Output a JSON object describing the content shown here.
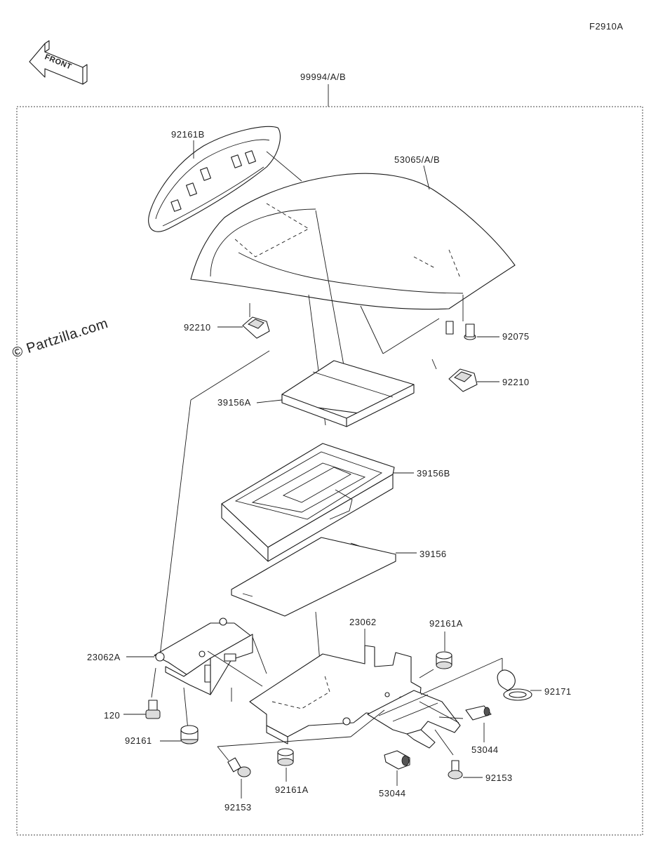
{
  "diagram_code": "F2910A",
  "front_label": "FRONT",
  "watermark": "© Partzilla.com",
  "assembly_label": "99994/A/B",
  "labels": {
    "p92161B": "92161B",
    "p53065": "53065/A/B",
    "p92210_left": "92210",
    "p92075": "92075",
    "p92210_right": "92210",
    "p39156A": "39156A",
    "p39156B": "39156B",
    "p39156": "39156",
    "p23062": "23062",
    "p92161A_top": "92161A",
    "p23062A": "23062A",
    "p92171": "92171",
    "p120": "120",
    "p92161": "92161",
    "p53044_right": "53044",
    "p53044_bottom": "53044",
    "p92153_right": "92153",
    "p92161A_bottom": "92161A",
    "p92153_bottom": "92153"
  }
}
